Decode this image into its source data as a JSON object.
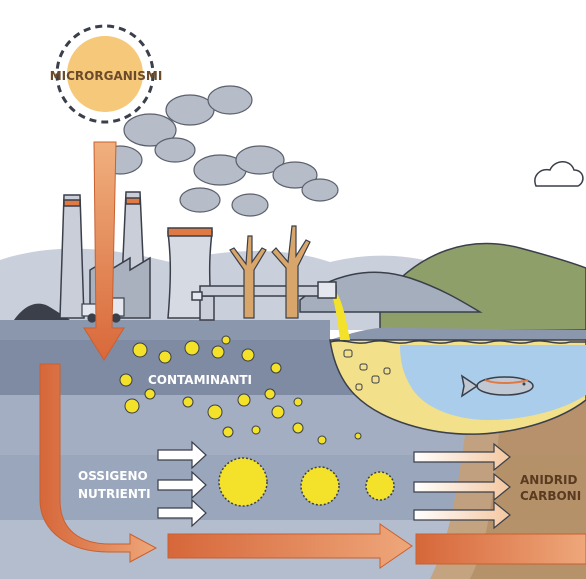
{
  "labels": {
    "microorganisms": "MICRORGANISMI",
    "contaminants": "CONTAMINANTI",
    "oxygen": "OSSIGENO",
    "nutrients": "NUTRIENTI",
    "co2_line1": "ANIDRID",
    "co2_line2": "CARBONI"
  },
  "colors": {
    "sun": "#f6c879",
    "arrow": "#e07a45",
    "contaminant": "#f4e22a",
    "water": "#a9cdea",
    "sediment": "#f3e08b",
    "soil_top": "#8b97ad",
    "soil_mid": "#a5b0c4",
    "soil_low": "#9aa6bb",
    "hill_green": "#8f9f6a",
    "label_dark": "#6b4b2a"
  },
  "icons": [
    "sun-icon",
    "cloud-icon",
    "fish-icon",
    "factory-icon",
    "dead-tree-icon",
    "truck-icon",
    "pipe-icon"
  ]
}
